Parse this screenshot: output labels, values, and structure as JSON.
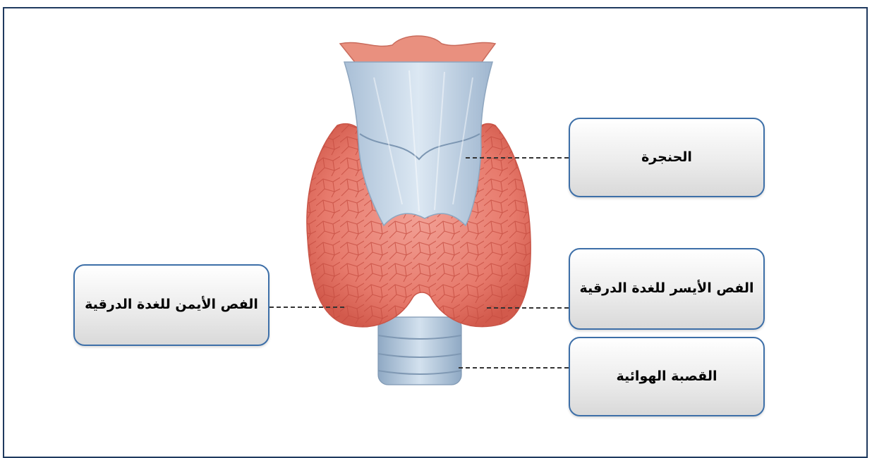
{
  "labels": {
    "larynx": "الحنجرة",
    "left_lobe": "الفص الأيسر للغدة الدرقية",
    "trachea": "القصبة الهوائية",
    "right_lobe": "الفص الأيمن للغدة الدرقية"
  },
  "colors": {
    "box_border": "#3d6fa8",
    "frame_border": "#1f3a5f",
    "gland": "#e8786a",
    "cartilage": "#b9cde0",
    "leader_line": "#333333"
  }
}
